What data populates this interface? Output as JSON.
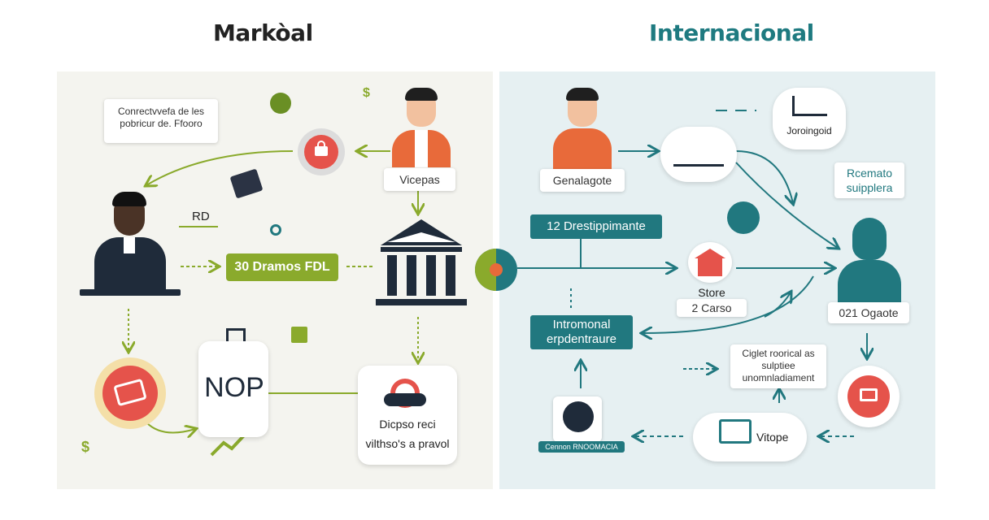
{
  "left": {
    "title": "Markòal",
    "info_card": [
      "Conrectvvefa de les",
      "pobricur de. Ffooro"
    ],
    "person_top_label": "Vicepas",
    "rd_label": "RD",
    "pill": "30 Dramos FDL",
    "nop": "NOP",
    "bottom_card": [
      "Dicpso reci",
      "vilthso's a pravol"
    ],
    "dollar": "$"
  },
  "right": {
    "title": "Internacional",
    "person_label": "Genalagote",
    "cloud_label": "Joroingoid",
    "remate": [
      "Rcemato",
      "suipplera"
    ],
    "pill_top": "12 Drestippimante",
    "store": [
      "Store",
      "2 Carso"
    ],
    "person_right_label": "021 Ogaote",
    "pill_mid": [
      "Intromonal",
      "erpdentraure"
    ],
    "note": [
      "Ciglet roorical as",
      "sulptiee",
      "unomnladiament"
    ],
    "footer_tag": "Cennon RNOOMACIA",
    "vitope": "Vitope"
  },
  "colors": {
    "green": "#8aaa2c",
    "teal": "#21787f",
    "orange": "#e86a3a",
    "red": "#e5534b",
    "navy": "#1f2b3a"
  }
}
